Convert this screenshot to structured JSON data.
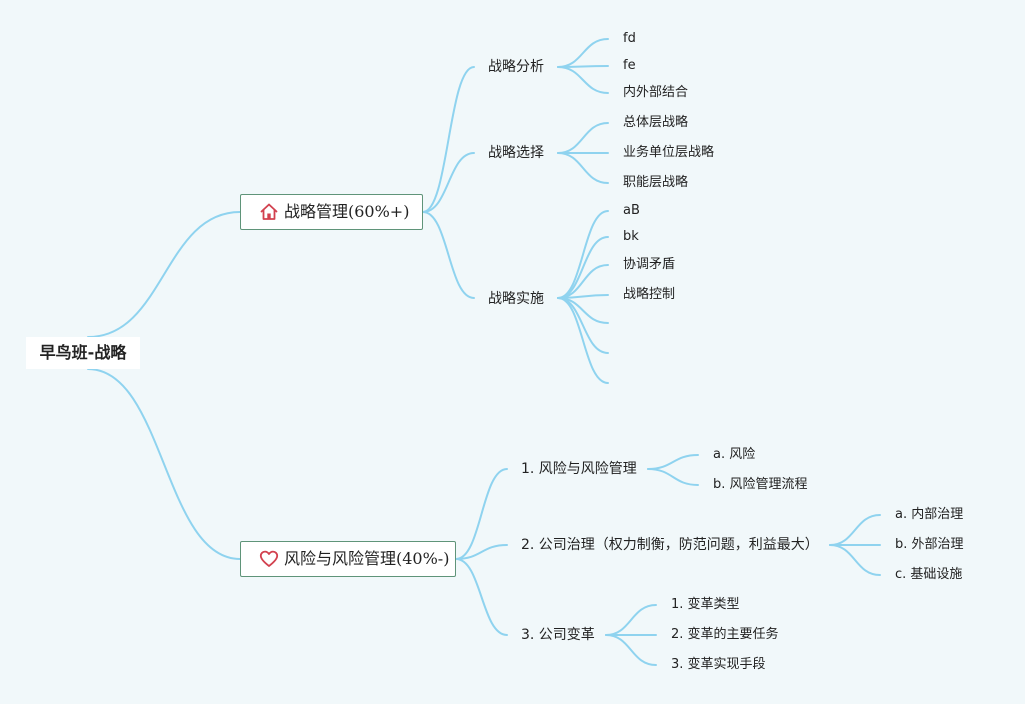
{
  "root": {
    "label": "早鸟班-战略"
  },
  "branches": [
    {
      "label": "战略管理(60%+)",
      "icon": "home-icon",
      "children": [
        {
          "label": "战略分析",
          "children": [
            "fd",
            "fe",
            "内外部结合"
          ]
        },
        {
          "label": "战略选择",
          "children": [
            "总体层战略",
            "业务单位层战略",
            "职能层战略"
          ]
        },
        {
          "label": "战略实施",
          "children": [
            "aB",
            "bk",
            "协调矛盾",
            "战略控制",
            "",
            "",
            ""
          ]
        }
      ]
    },
    {
      "label": "风险与风险管理(40%-)",
      "icon": "heart-icon",
      "children": [
        {
          "label": "1. 风险与风险管理",
          "children": [
            "a. 风险",
            "b. 风险管理流程"
          ]
        },
        {
          "label": "2. 公司治理（权力制衡，防范问题，利益最大）",
          "children": [
            "a. 内部治理",
            "b. 外部治理",
            "c. 基础设施"
          ]
        },
        {
          "label": "3. 公司变革",
          "children": [
            "1. 变革类型",
            "2. 变革的主要任务",
            "3. 变革实现手段"
          ]
        }
      ]
    }
  ],
  "colors": {
    "background": "#f1f8fa",
    "link": "#8fd3ef",
    "box_border": "#5f9479",
    "icon": "#d2414f"
  }
}
